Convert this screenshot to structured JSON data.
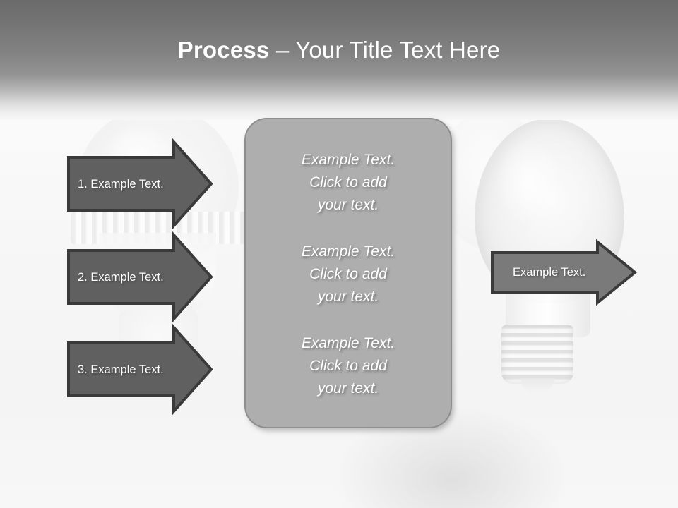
{
  "slide": {
    "title_bold": "Process",
    "title_rest": " – Your Title Text Here",
    "title_full": "Process – Your Title Text Here"
  },
  "colors": {
    "header_top": "#6b6b6b",
    "header_bottom": "#f7f7f7",
    "panel_fill": "#aeaeae",
    "panel_border": "#8e8e8e",
    "arrow_left_fill": "#606060",
    "arrow_right_fill": "#7a7a7a",
    "arrow_border": "#3a3a3a",
    "text_white": "#ffffff",
    "background": "#f7f7f7"
  },
  "left_arrows": [
    {
      "label": "1. Example Text."
    },
    {
      "label": "2. Example Text."
    },
    {
      "label": "3. Example Text."
    }
  ],
  "center_panel": {
    "blocks": [
      {
        "text": "Example Text.\nClick  to add\nyour text."
      },
      {
        "text": "Example Text.\nClick  to add\nyour text."
      },
      {
        "text": "Example Text.\nClick  to add\nyour text."
      }
    ]
  },
  "right_arrow": {
    "label": "Example Text."
  },
  "background": {
    "image_description": "faded light bulbs photograph"
  }
}
